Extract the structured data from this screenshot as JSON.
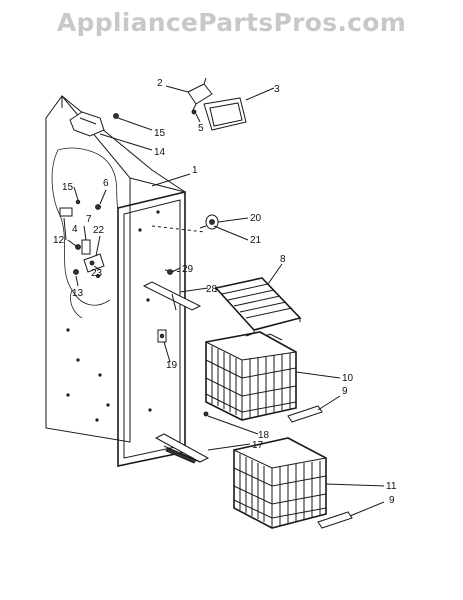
{
  "watermark": "AppliancePartsPros.com",
  "callouts": {
    "c1": "1",
    "c2": "2",
    "c3": "3",
    "c5": "5",
    "c6": "6",
    "c7": "7",
    "c8": "8",
    "c9a": "9",
    "c9b": "9",
    "c10": "10",
    "c11": "11",
    "c12": "12",
    "c13": "13",
    "c14": "14",
    "c15a": "15",
    "c15b": "15",
    "c17": "17",
    "c18": "18",
    "c19": "19",
    "c20": "20",
    "c21": "21",
    "c22": "22",
    "c23": "23",
    "c28": "28",
    "c29": "29",
    "c4": "4"
  }
}
